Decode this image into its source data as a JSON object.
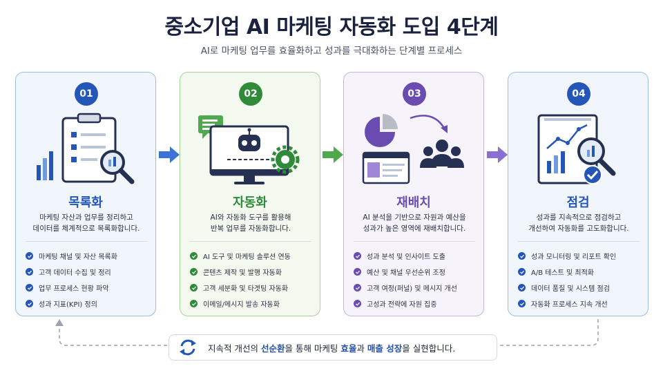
{
  "header": {
    "title": "중소기업 AI 마케팅 자동화 도입 4단계",
    "subtitle": "AI로 마케팅 업무를 효율화하고 성과를 극대화하는 단계별 프로세스"
  },
  "steps": [
    {
      "number": "01",
      "title": "목록화",
      "desc_line1": "마케팅 자산과 업무를 정리하고",
      "desc_line2": "데이터를 체계적으로 목록화합니다.",
      "color": "#2456b8",
      "icon": "clipboard-checklist-icon",
      "items": [
        "마케팅 채널 및 자산 목록화",
        "고객 데이터 수집 및 정리",
        "업무 프로세스 현황 파악",
        "성과 지표(KPI) 정의"
      ]
    },
    {
      "number": "02",
      "title": "자동화",
      "desc_line1": "AI와 자동화 도구를 활용해",
      "desc_line2": "반복 업무를 자동화합니다.",
      "color": "#2f8a3a",
      "icon": "robot-monitor-icon",
      "items": [
        "AI 도구 및 마케팅 솔루션 연동",
        "콘텐츠 제작 및 발행 자동화",
        "고객 세분화 및 타겟팅 자동화",
        "이메일/메시지 발송 자동화"
      ]
    },
    {
      "number": "03",
      "title": "재배치",
      "desc_line1": "AI 분석을 기반으로 자원과 예산을",
      "desc_line2": "성과가 높은 영역에 재배치합니다.",
      "color": "#6a4bb0",
      "icon": "pie-chart-people-icon",
      "items": [
        "성과 분석 및 인사이트 도출",
        "예산 및 채널 우선순위 조정",
        "고객 여정(퍼널) 및 메시지 개선",
        "고성과 전략에 자원 집중"
      ]
    },
    {
      "number": "04",
      "title": "점검",
      "desc_line1": "성과를 지속적으로 점검하고",
      "desc_line2": "개선하여 자동화를 고도화합니다.",
      "color": "#2456b8",
      "icon": "report-magnifier-icon",
      "items": [
        "성과 모니터링 및 리포트 확인",
        "A/B 테스트 및 최적화",
        "데이터 품질 및 시스템 점검",
        "자동화 프로세스 지속 개선"
      ]
    }
  ],
  "banner": {
    "part1": "지속적 개선의 ",
    "highlight1": "선순환",
    "part2": "을 통해 마케팅 ",
    "highlight2": "효율",
    "part3": "과 ",
    "highlight3": "매출 성장",
    "part4": "을 실현합니다.",
    "icon": "refresh-cycle-icon"
  },
  "colors": {
    "blue": "#2456b8",
    "green": "#2f8a3a",
    "purple": "#6a4bb0",
    "arrow_blue": "#3f72d6",
    "arrow_green": "#4ea94f",
    "arrow_purple": "#8d6fd1"
  }
}
